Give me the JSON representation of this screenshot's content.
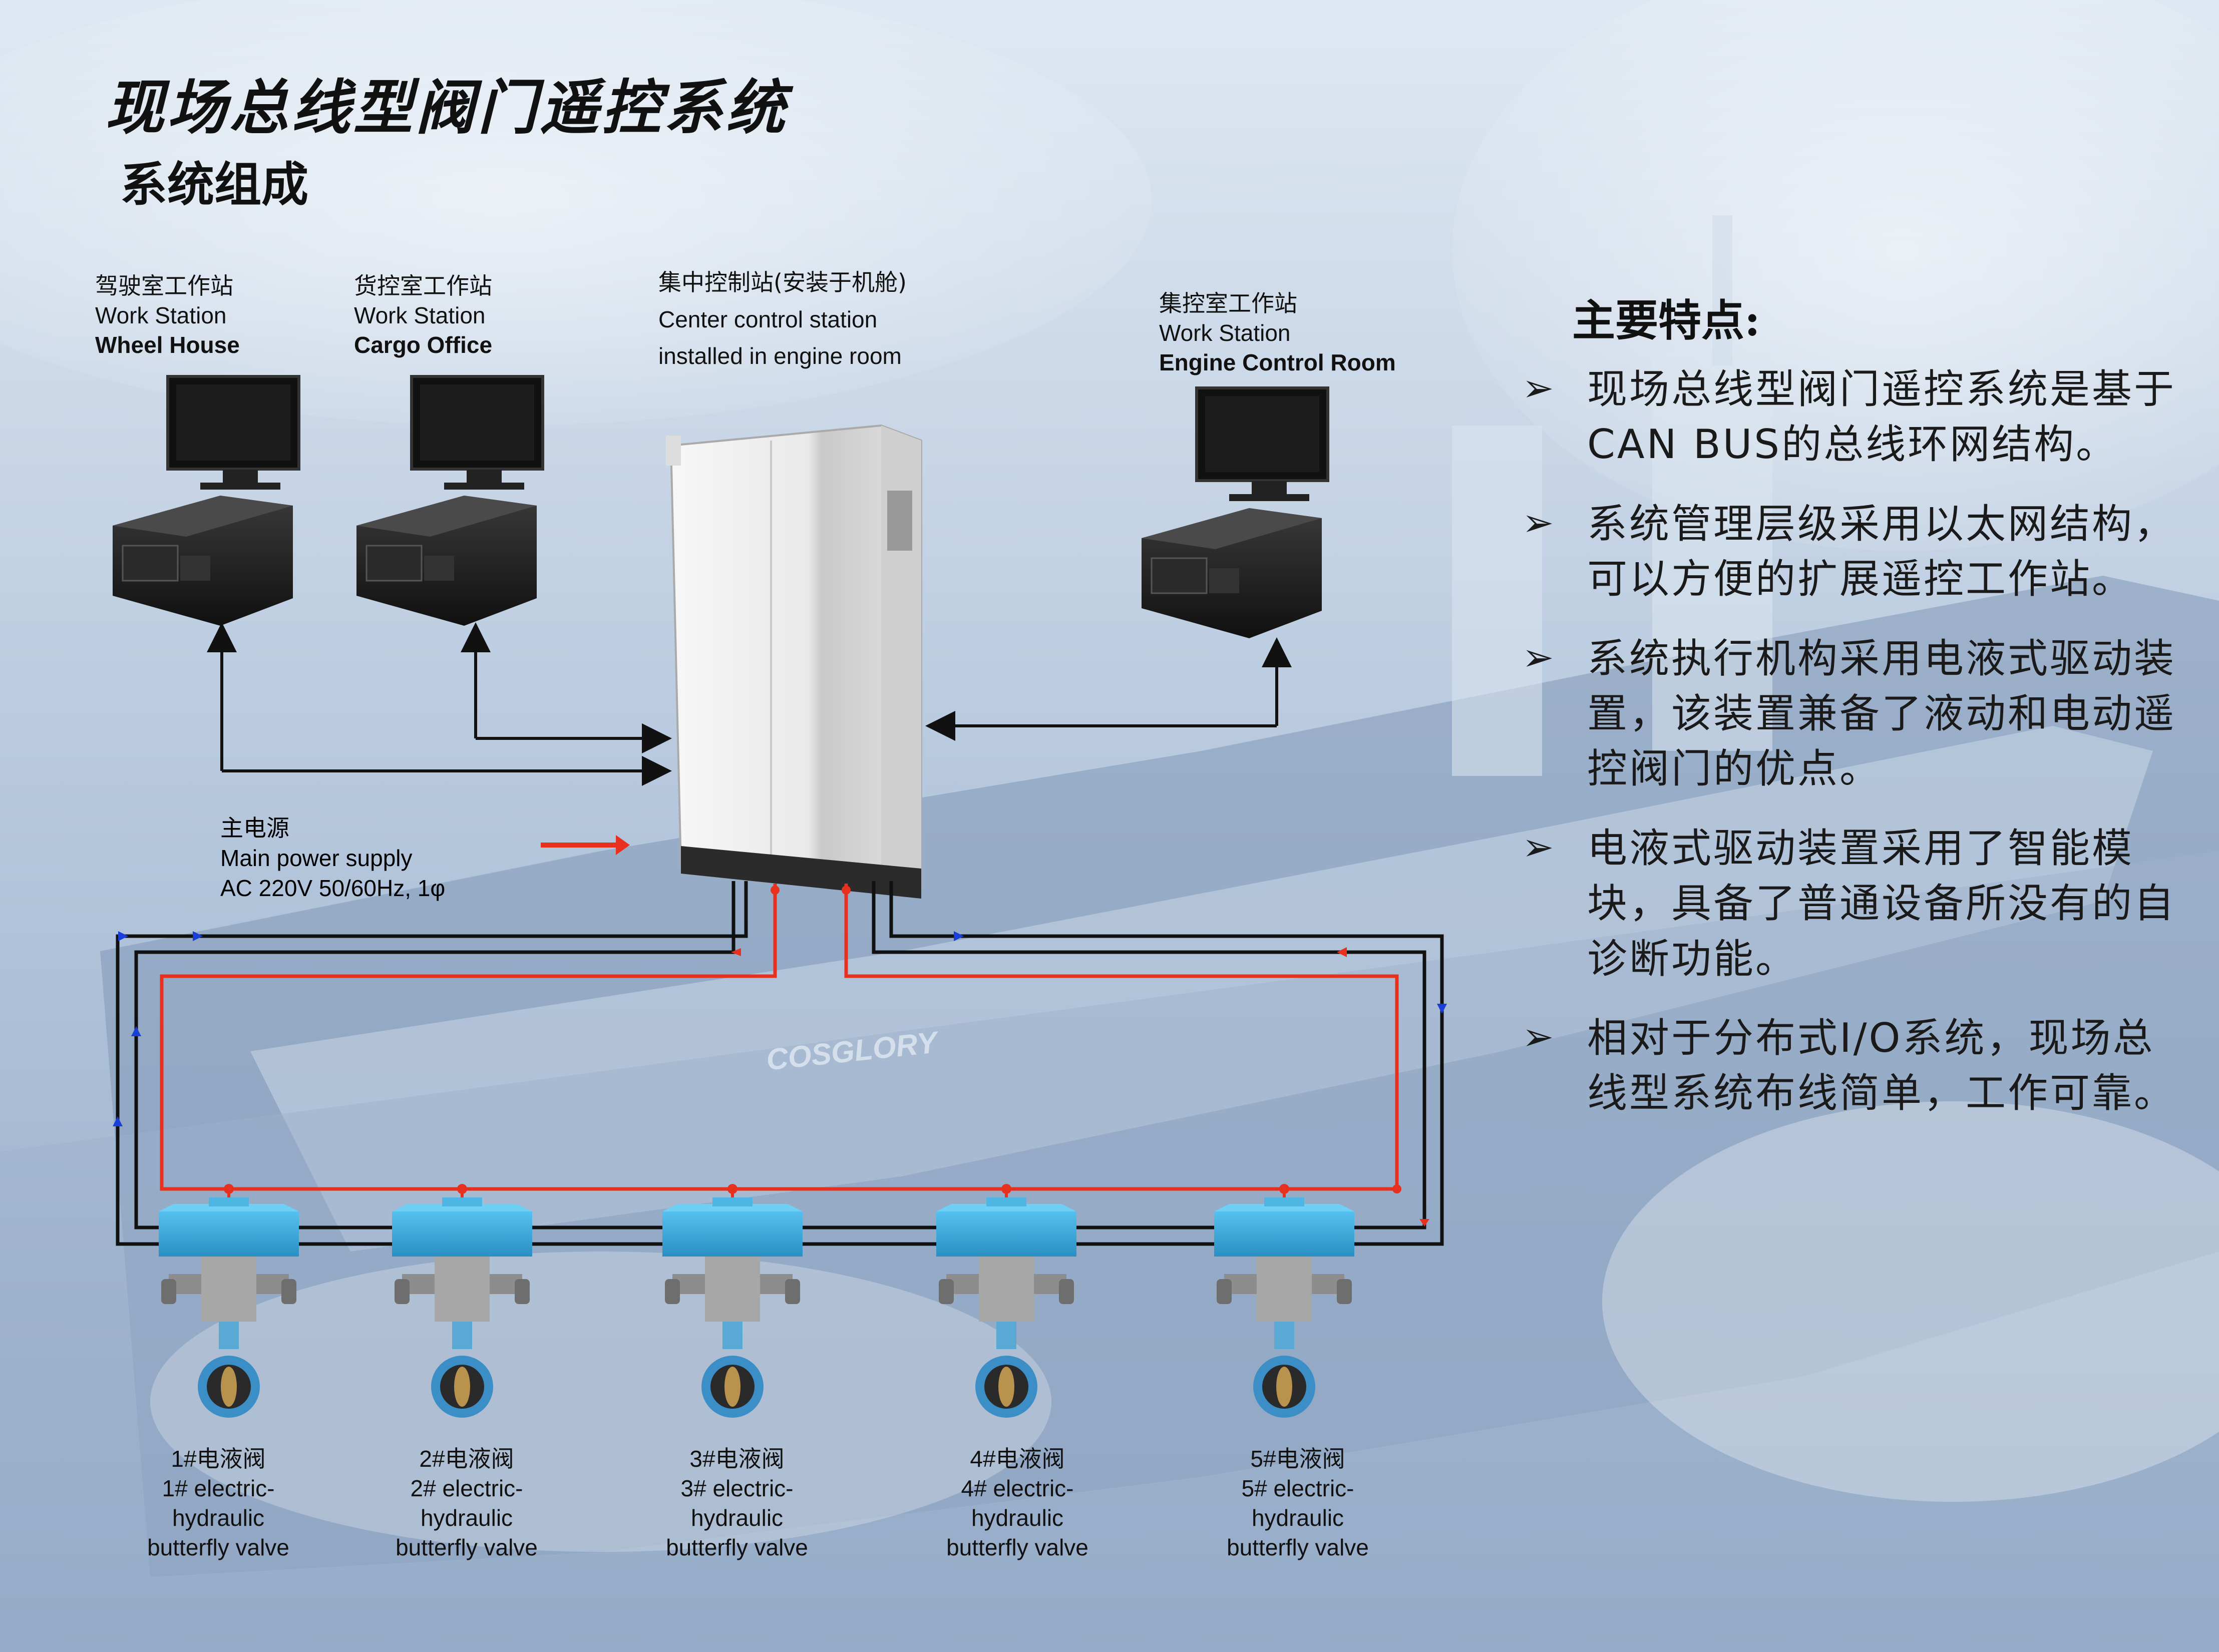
{
  "title": "现场总线型阀门遥控系统",
  "subtitle": "系统组成",
  "workstations": [
    {
      "cn": "驾驶室工作站",
      "en1": "Work Station",
      "en2": "Wheel House"
    },
    {
      "cn": "货控室工作站",
      "en1": "Work Station",
      "en2": "Cargo Office"
    },
    {
      "cn": "集控室工作站",
      "en1": "Work Station",
      "en2": "Engine Control Room"
    }
  ],
  "center_station": {
    "cn": "集中控制站(安装于机舱)",
    "en1": "Center control station",
    "en2": "installed in engine room"
  },
  "power": {
    "cn": "主电源",
    "en1": "Main power supply",
    "en2": "AC 220V 50/60Hz, 1φ"
  },
  "valves": [
    {
      "cn": "1#电液阀",
      "l1": "1#  electric-",
      "l2": "hydraulic",
      "l3": "butterfly valve"
    },
    {
      "cn": "2#电液阀",
      "l1": "2#  electric-",
      "l2": "hydraulic",
      "l3": "butterfly valve"
    },
    {
      "cn": "3#电液阀",
      "l1": "3#  electric-",
      "l2": "hydraulic",
      "l3": "butterfly valve"
    },
    {
      "cn": "4#电液阀",
      "l1": "4#  electric-",
      "l2": "hydraulic",
      "l3": "butterfly valve"
    },
    {
      "cn": "5#电液阀",
      "l1": "5#  electric-",
      "l2": "hydraulic",
      "l3": "butterfly valve"
    }
  ],
  "features": {
    "heading": "主要特点:",
    "bullet_symbol": "➢",
    "items": [
      "现场总线型阀门遥控系统是基于CAN BUS的总线环网结构。",
      "系统管理层级采用以太网结构，可以方便的扩展遥控工作站。",
      "系统执行机构采用电液式驱动装置，该装置兼备了液动和电动遥控阀门的优点。",
      "电液式驱动装置采用了智能模块，具备了普通设备所没有的自诊断功能。",
      "相对于分布式I/O系统，现场总线型系统布线简单，工作可靠。"
    ]
  },
  "ship_name": "COSGLORY",
  "colors": {
    "accent_red": "#e8301e",
    "arrow_blue": "#1a3fd8",
    "line_black": "#111111",
    "valve_blue": "#3aa8dc"
  }
}
